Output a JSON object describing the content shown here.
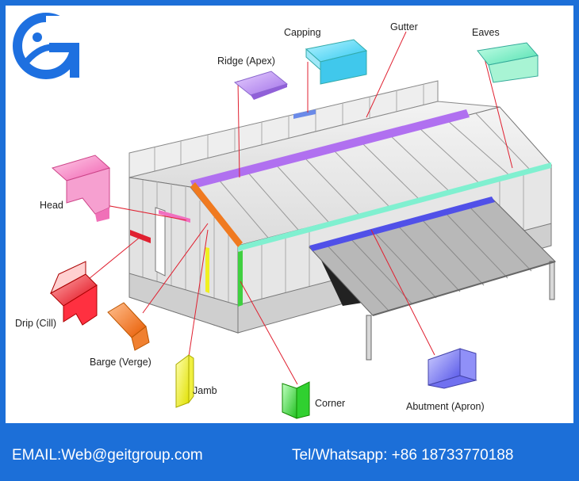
{
  "brand": {
    "accent": "#1c6fd8"
  },
  "labels": {
    "capping": "Capping",
    "gutter": "Gutter",
    "eaves": "Eaves",
    "ridge": "Ridge (Apex)",
    "head": "Head",
    "drip": "Drip (Cill)",
    "barge": "Barge (Verge)",
    "jamb": "Jamb",
    "corner": "Corner",
    "abutment": "Abutment (Apron)"
  },
  "footer": {
    "email": "EMAIL:Web@geitgroup.com",
    "phone": "Tel/Whatsapp: +86 18733770188"
  },
  "colors": {
    "capping": "#5fd8f0",
    "eaves": "#7ff0c8",
    "ridge": "#c08ff0",
    "head": "#f090c8",
    "drip": "#f02030",
    "barge": "#f07a20",
    "jamb": "#f0f020",
    "corner": "#50e050",
    "abutment": "#6a6af0",
    "leader": "#e02030"
  }
}
